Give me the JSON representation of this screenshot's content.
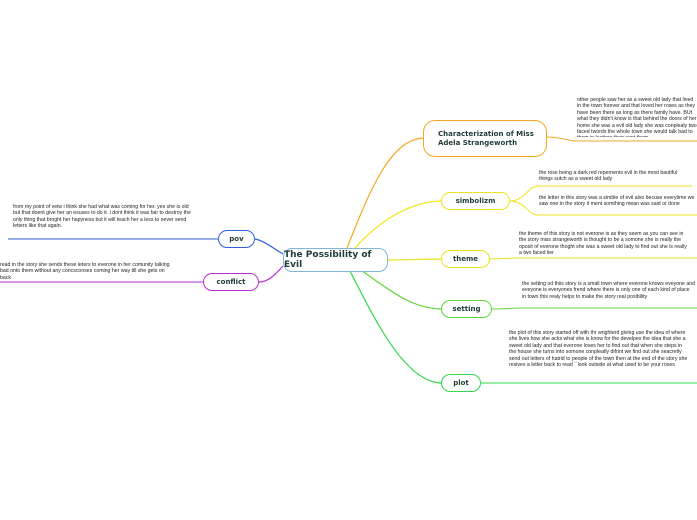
{
  "central": {
    "title": "The Possibility of Evil"
  },
  "branches": [
    {
      "key": "characterization",
      "label": "Characterization of Miss Adela Strangeworth",
      "color": "#f5a623",
      "notes": [
        "other people saw her as a sweet old lady that lived in the town forever and that loved her roses as they have been there as long as there family have. BUt what they didn't know is that behind the doors of her home she was a evil old lady she was conplealy two faced twords the whole town she would talk bad to them in leatters then sent them"
      ]
    },
    {
      "key": "simbolizm",
      "label": "simbolizm",
      "color": "#f2e21c",
      "notes": [
        "the rose being a dark red repernents evil in the most bautiful things sutch as a sweet old lady",
        "the letter in this story was a simble of evil also becuse everytime we saw one in the story it ment somthing mean was said or done"
      ]
    },
    {
      "key": "theme",
      "label": "theme",
      "color": "#e8e315",
      "notes": [
        "the theme of this story is not everone is as they seem as you can see in the story miss strangeworth is thought to be a somone she is really the oposit of everone thoght she was a sweet old lady to find out she is really a two faced lier"
      ]
    },
    {
      "key": "setting",
      "label": "setting",
      "color": "#5fd836",
      "notes": [
        "the setting od thiis story is a small town where everone knows eveyone and eveyone is everyones frend where there is only one of each kind of place in town this realy helps to make the story real posibility"
      ]
    },
    {
      "key": "plot",
      "label": "plot",
      "color": "#33d84d",
      "notes": [
        "the plot of this story started off with thr wrighterd giving use the idea of where she lives how she acks what she is know for the develpes the idea that she a sweet old lady and that everone loves her to find out that when she steps in the house she turns into somone conpleatly difrint we find out she seacretly send out letters of hatrid to people of the town then at the end of the story she resives a letter back to read ``look outside at what used to be your roses"
      ]
    },
    {
      "key": "pov",
      "label": "pov",
      "color": "#2f62d6",
      "notes": [
        "from my point of veiw i think she had what was coming for her. yes she is old but that doent give her an esuses to do it. i dont think it was fair to destroy the only thing that broght her hapyness but it will teach her a less to never send letters like that again."
      ]
    },
    {
      "key": "conflict",
      "label": "conflict",
      "color": "#b52fd4",
      "notes": [
        "read in the story she sends these leters to everone in her comunity talking bad onto them without any concsconses coming her way till she gets on back"
      ]
    }
  ]
}
